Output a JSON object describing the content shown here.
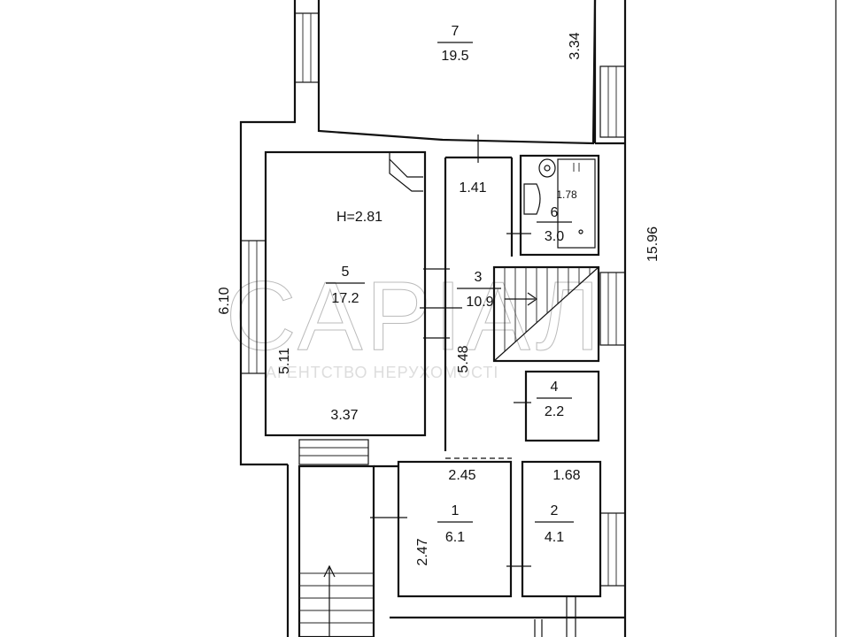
{
  "plan": {
    "rooms": [
      {
        "id": "7",
        "number": "7",
        "area": "19.5"
      },
      {
        "id": "6",
        "number": "6",
        "area": "3.0"
      },
      {
        "id": "5",
        "number": "5",
        "area": "17.2"
      },
      {
        "id": "3",
        "number": "3",
        "area": "10.9"
      },
      {
        "id": "4",
        "number": "4",
        "area": "2.2"
      },
      {
        "id": "1",
        "number": "1",
        "area": "6.1"
      },
      {
        "id": "2",
        "number": "2",
        "area": "4.1"
      }
    ],
    "height_label": "H=2.81",
    "dimensions": {
      "d_334": "3.34",
      "d_141": "1.41",
      "d_178": "1.78",
      "d_610": "6.10",
      "d_511": "5.11",
      "d_337": "3.37",
      "d_548": "5.48",
      "d_1596": "15.96",
      "d_245": "2.45",
      "d_168": "1.68",
      "d_247": "2.47"
    },
    "watermark": {
      "main": "САРІАЛ",
      "sub": "АГЕНТСТВО НЕРУХОМОСТІ"
    }
  }
}
